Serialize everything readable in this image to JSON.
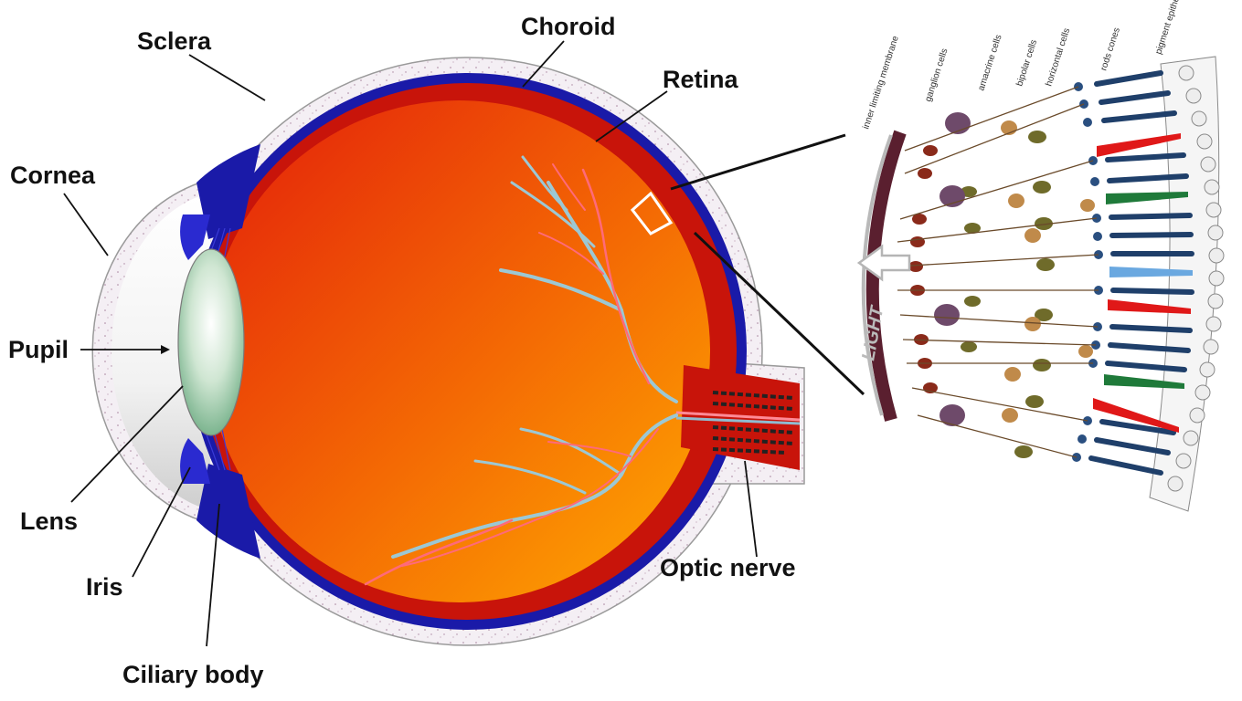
{
  "labels": {
    "sclera": "Sclera",
    "choroid": "Choroid",
    "retina": "Retina",
    "cornea": "Cornea",
    "pupil": "Pupil",
    "lens": "Lens",
    "iris": "Iris",
    "ciliary_body": "Ciliary body",
    "optic_nerve": "Optic nerve"
  },
  "retina_layers": {
    "inner_limiting_membrane": "inner limiting membrane",
    "ganglion_cells": "ganglion cells",
    "amacrine_cells": "amacrine cells",
    "bipolar_cells": "bipolar cells",
    "horizontal_cells": "horizontal cells",
    "rods_cones": "rods cones",
    "pigment_epithelium": "pigment epithelium",
    "light": "LIGHT"
  },
  "colors": {
    "sclera": "#f3eef3",
    "choroid": "#1a1aa8",
    "retina": "#c8140a",
    "vitreous_start": "#e82a08",
    "vitreous_end": "#ffa000",
    "lens": "#8fc39a",
    "vessel_artery": "#ff6a7a",
    "vessel_vein": "#9cc8d4",
    "cone_red": "#e01818",
    "cone_green": "#1f7a3a",
    "cone_blue": "#6aa8e0",
    "rod": "#1f3f6a"
  }
}
